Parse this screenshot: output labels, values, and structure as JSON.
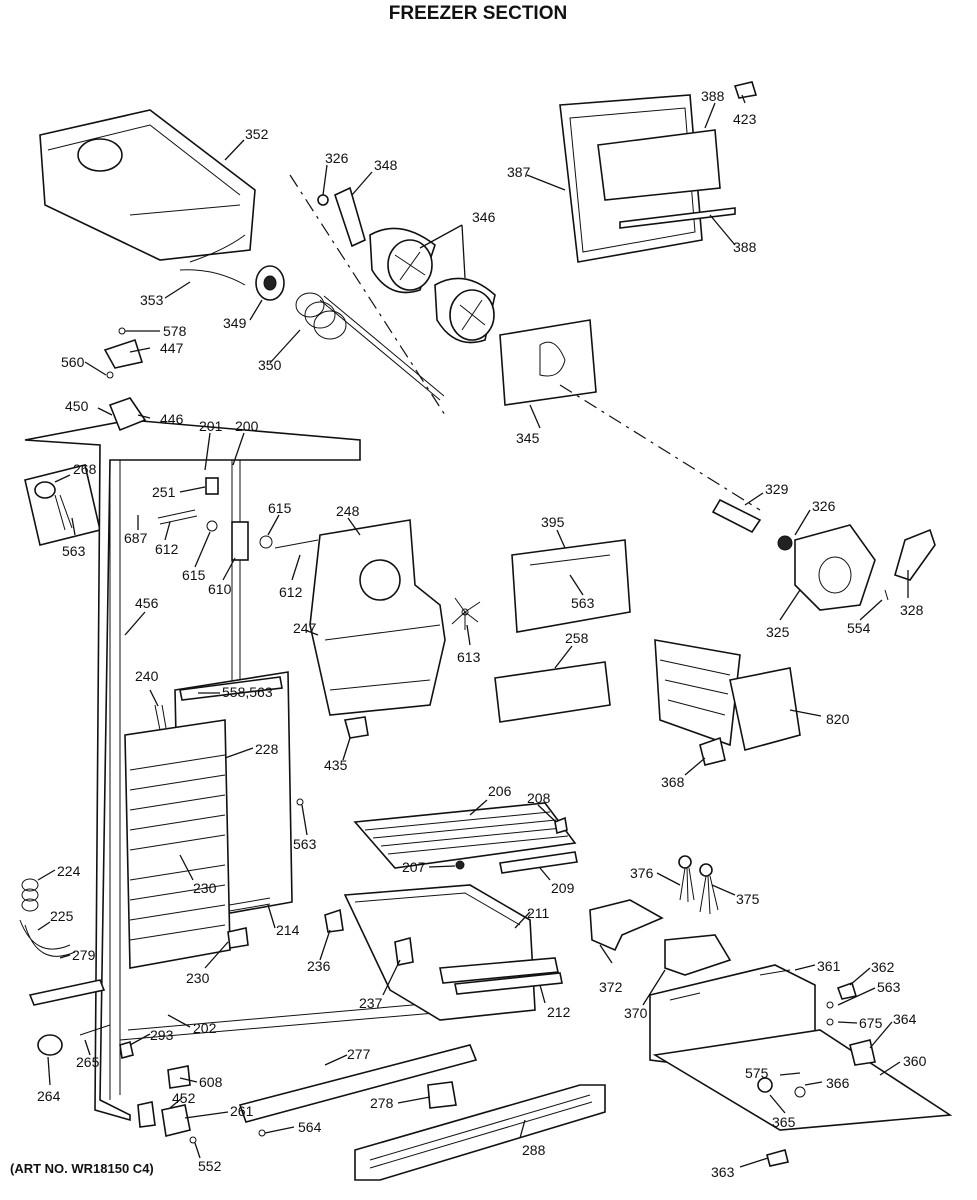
{
  "title": "FREEZER SECTION",
  "art_number": "(ART NO. WR18150 C4)",
  "callouts": {
    "c352": "352",
    "c326a": "326",
    "c348": "348",
    "c346": "346",
    "c388a": "388",
    "c423": "423",
    "c387": "387",
    "c388b": "388",
    "c353": "353",
    "c349": "349",
    "c350": "350",
    "c578": "578",
    "c447": "447",
    "c560": "560",
    "c450": "450",
    "c446": "446",
    "c345": "345",
    "c201": "201",
    "c200": "200",
    "c268": "268",
    "c251": "251",
    "c329": "329",
    "c326b": "326",
    "c687": "687",
    "c612a": "612",
    "c615a": "615",
    "c615b": "615",
    "c610": "610",
    "c612b": "612",
    "c248": "248",
    "c395": "395",
    "c563a": "563",
    "c563b": "563",
    "c328": "328",
    "c554": "554",
    "c325": "325",
    "c456": "456",
    "c247": "247",
    "c613": "613",
    "c258": "258",
    "c240": "240",
    "c558": "558,563",
    "c820": "820",
    "c228": "228",
    "c435": "435",
    "c368": "368",
    "c206": "206",
    "c208": "208",
    "c563c": "563",
    "c207": "207",
    "c224": "224",
    "c230a": "230",
    "c209": "209",
    "c376": "376",
    "c375": "375",
    "c225": "225",
    "c214": "214",
    "c211": "211",
    "c236": "236",
    "c279": "279",
    "c230b": "230",
    "c372": "372",
    "c361": "361",
    "c362": "362",
    "c563d": "563",
    "c237": "237",
    "c212": "212",
    "c370": "370",
    "c675": "675",
    "c364": "364",
    "c202": "202",
    "c293": "293",
    "c277": "277",
    "c265": "265",
    "c360": "360",
    "c264": "264",
    "c608": "608",
    "c575": "575",
    "c366": "366",
    "c452": "452",
    "c261": "261",
    "c278": "278",
    "c365": "365",
    "c564": "564",
    "c552": "552",
    "c288": "288",
    "c363": "363"
  }
}
